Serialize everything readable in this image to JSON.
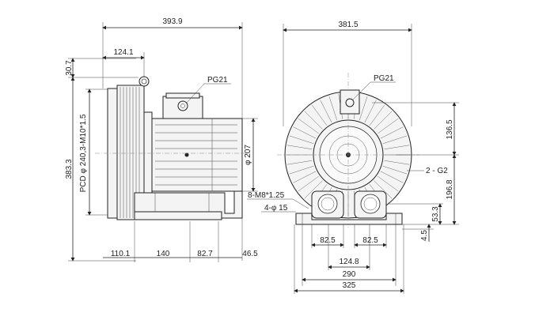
{
  "drawing": {
    "side_view": {
      "overall_length": "393.9",
      "inlet_offset": "124.1",
      "top_extension": "30.7",
      "overall_height": "383.3",
      "pcd_label": "PCD φ 240,3-M10*1.5",
      "terminal_box": "PG21",
      "motor_diameter": "φ 207",
      "base_dims": [
        "110.1",
        "140",
        "82.7",
        "46.5"
      ],
      "base_bolt": "8-M8*1.25",
      "foot_holes": "4-φ 15"
    },
    "front_view": {
      "overall_width": "381.5",
      "terminal_box": "PG21",
      "height_136": "136.5",
      "ports": "2 - G2",
      "height_196": "196.8",
      "height_53": "53.3",
      "foot_thickness": "4.5",
      "port_width_left": "82.5",
      "port_width_right": "82.5",
      "port_spacing": "124.8",
      "hole_spacing": "290",
      "base_width": "325"
    }
  }
}
